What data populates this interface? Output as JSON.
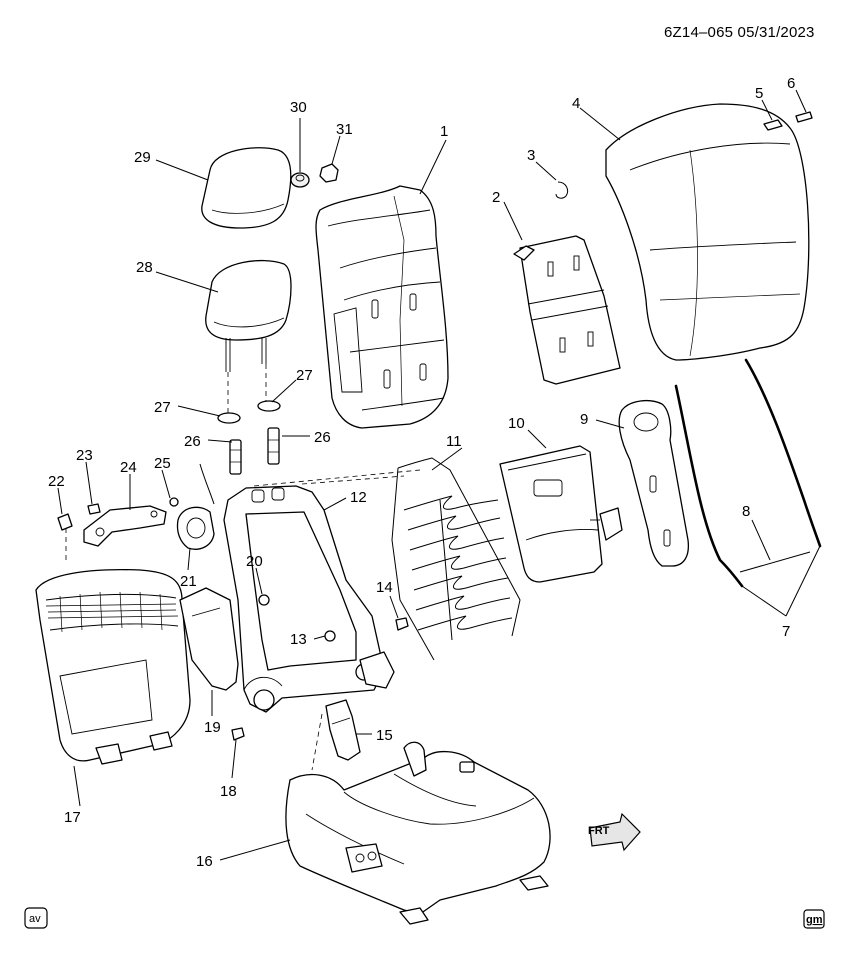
{
  "header": {
    "code": "6Z14–065  05/31/2023"
  },
  "callouts": [
    "1",
    "2",
    "3",
    "4",
    "5",
    "6",
    "7",
    "8",
    "9",
    "10",
    "11",
    "12",
    "13",
    "14",
    "15",
    "16",
    "17",
    "18",
    "19",
    "20",
    "21",
    "22",
    "23",
    "24",
    "25",
    "26",
    "26",
    "27",
    "27",
    "28",
    "29",
    "30",
    "31"
  ],
  "direction_label": "FRT",
  "footer": {
    "left_badge": "av",
    "right_badge": "gm"
  }
}
